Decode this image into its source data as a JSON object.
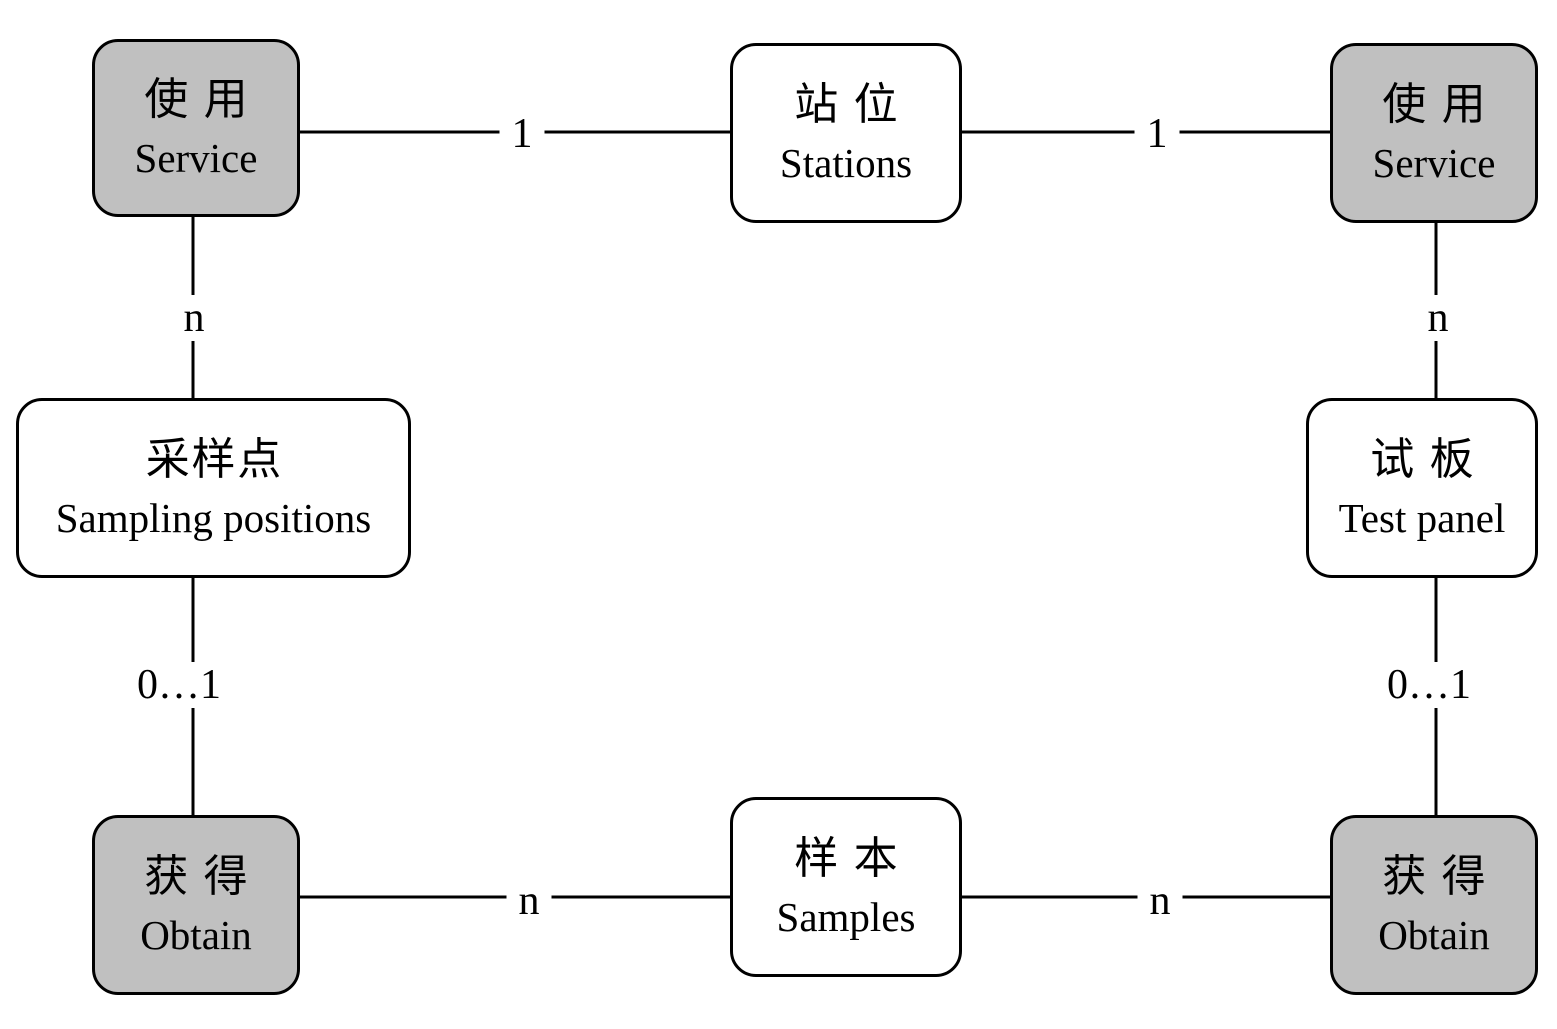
{
  "nodes": {
    "service_left": {
      "zh": "使用",
      "en": "Service"
    },
    "stations": {
      "zh": "站位",
      "en": "Stations"
    },
    "service_right": {
      "zh": "使用",
      "en": "Service"
    },
    "sampling_positions": {
      "zh": "采样点",
      "en": "Sampling positions"
    },
    "test_panel": {
      "zh": "试板",
      "en": "Test panel"
    },
    "obtain_left": {
      "zh": "获得",
      "en": "Obtain"
    },
    "samples": {
      "zh": "样本",
      "en": "Samples"
    },
    "obtain_right": {
      "zh": "获得",
      "en": "Obtain"
    }
  },
  "cardinalities": {
    "service_left_stations": "1",
    "stations_service_right": "1",
    "service_left_sampling": "n",
    "service_right_test_panel": "n",
    "sampling_obtain_left": "0…1",
    "test_panel_obtain_right": "0…1",
    "obtain_left_samples": "n",
    "samples_obtain_right": "n"
  },
  "colors": {
    "relationship_fill": "#c0c0c0",
    "entity_fill": "#ffffff",
    "stroke": "#000000"
  }
}
